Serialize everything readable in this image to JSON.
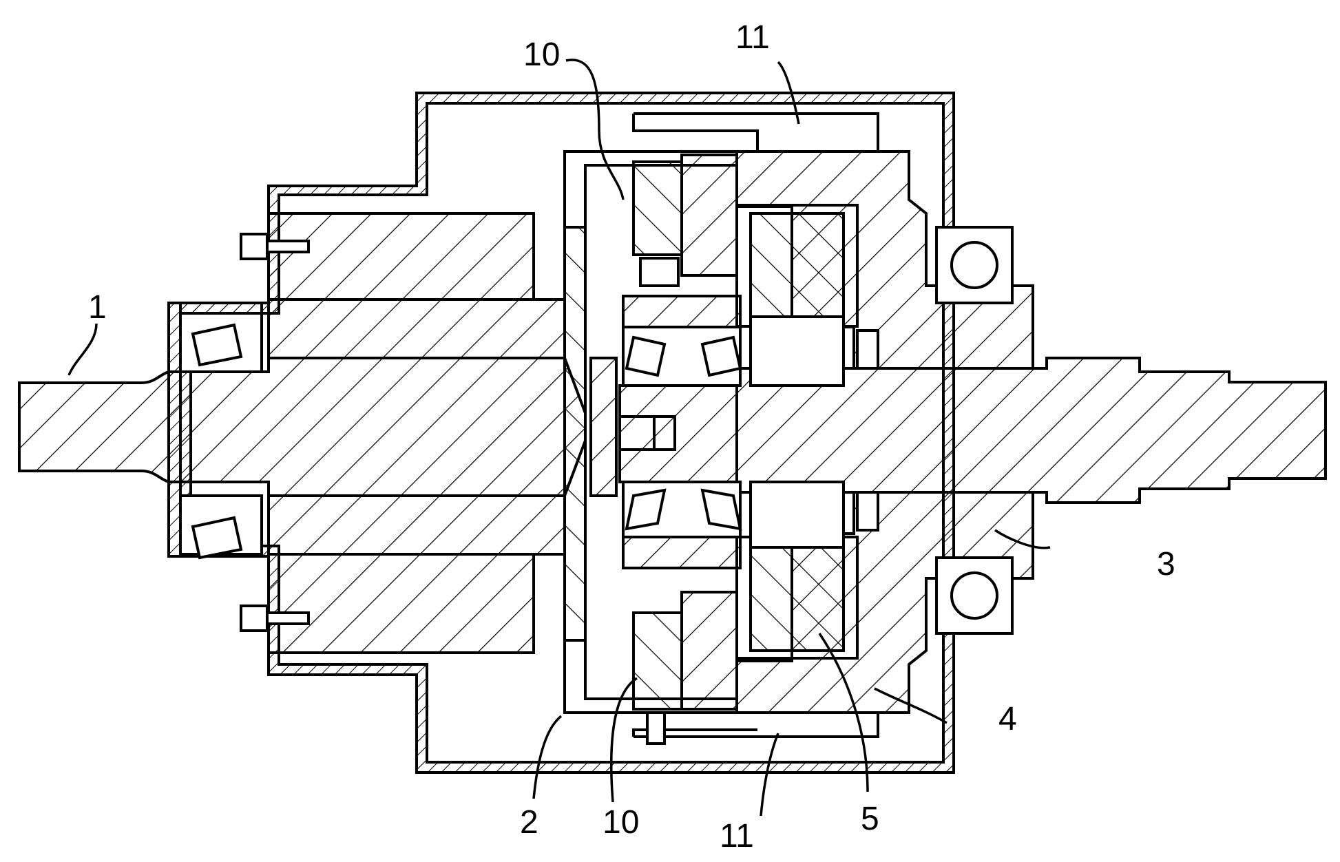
{
  "labels": {
    "l1": "1",
    "l2": "2",
    "l3": "3",
    "l4": "4",
    "l5": "5",
    "l10_top": "10",
    "l10_bottom": "10",
    "l11_top": "11",
    "l11_bottom": "11"
  }
}
